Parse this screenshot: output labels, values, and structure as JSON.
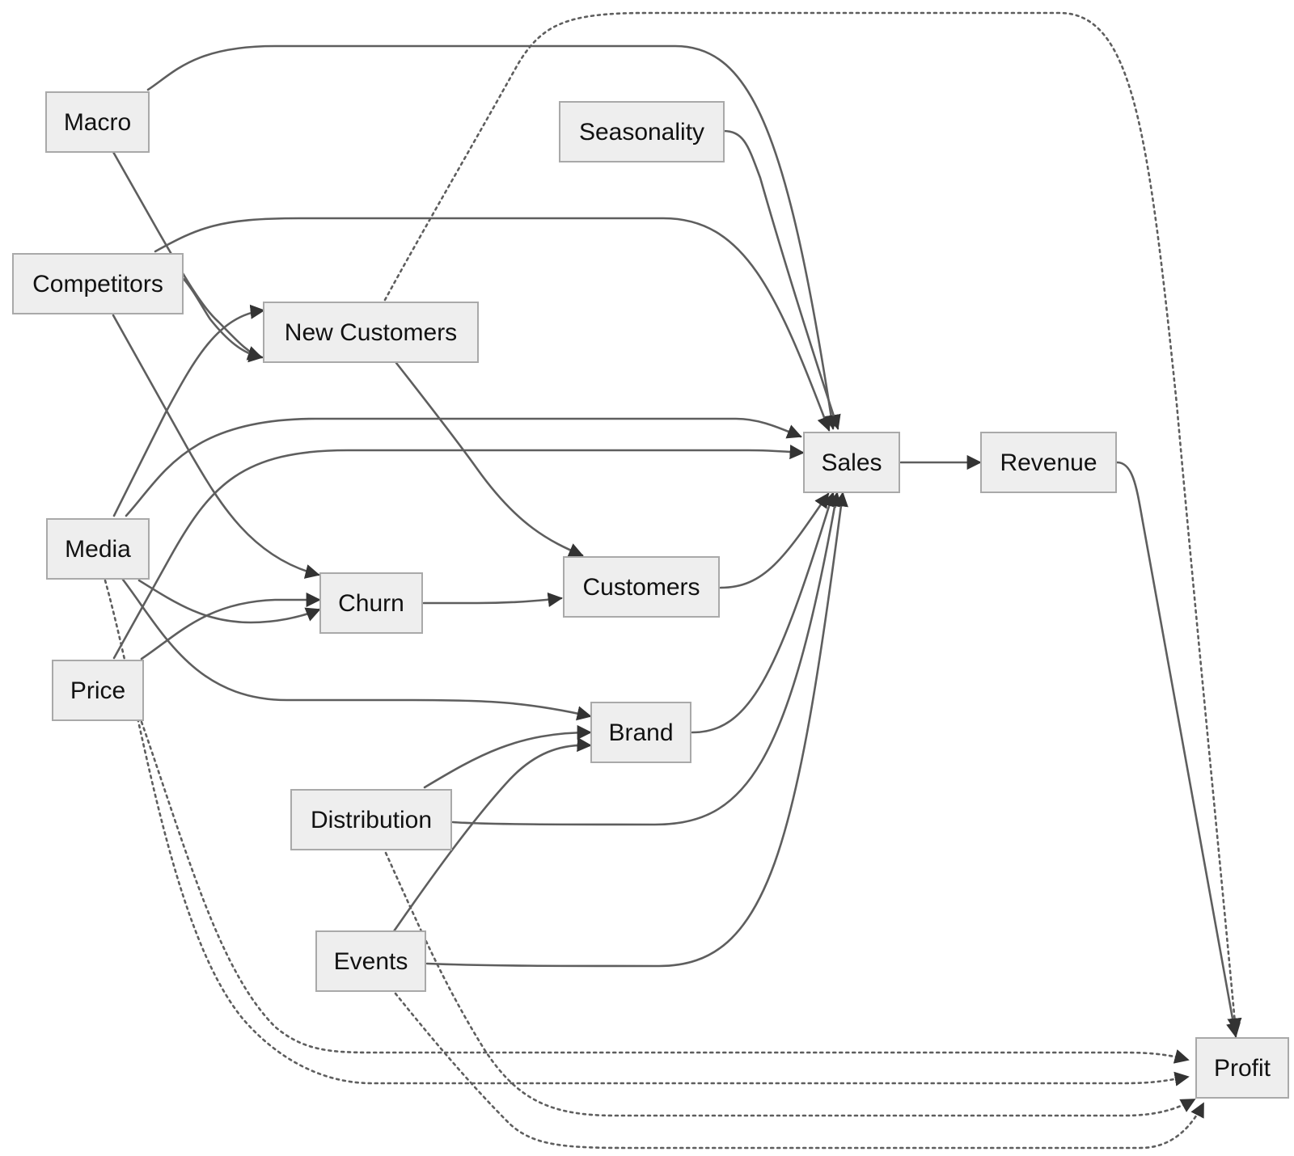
{
  "colors": {
    "node_fill": "#eeeeee",
    "node_border": "#a9a9a9",
    "edge": "#5e5e5e",
    "text": "#111111"
  },
  "nodes": {
    "macro": "Macro",
    "seasonality": "Seasonality",
    "competitors": "Competitors",
    "new_customers": "New Customers",
    "sales": "Sales",
    "revenue": "Revenue",
    "media": "Media",
    "churn": "Churn",
    "customers": "Customers",
    "price": "Price",
    "brand": "Brand",
    "distribution": "Distribution",
    "events": "Events",
    "profit": "Profit"
  },
  "edges": [
    {
      "from": "Macro",
      "to": "Sales",
      "style": "solid"
    },
    {
      "from": "Macro",
      "to": "New Customers",
      "style": "solid"
    },
    {
      "from": "Seasonality",
      "to": "Sales",
      "style": "solid"
    },
    {
      "from": "Competitors",
      "to": "Sales",
      "style": "solid"
    },
    {
      "from": "Competitors",
      "to": "New Customers",
      "style": "solid"
    },
    {
      "from": "Competitors",
      "to": "Churn",
      "style": "solid"
    },
    {
      "from": "New Customers",
      "to": "Customers",
      "style": "solid"
    },
    {
      "from": "New Customers",
      "to": "Profit",
      "style": "dashed"
    },
    {
      "from": "Media",
      "to": "New Customers",
      "style": "solid"
    },
    {
      "from": "Media",
      "to": "Sales",
      "style": "solid"
    },
    {
      "from": "Media",
      "to": "Churn",
      "style": "solid"
    },
    {
      "from": "Media",
      "to": "Brand",
      "style": "solid"
    },
    {
      "from": "Media",
      "to": "Profit",
      "style": "dashed"
    },
    {
      "from": "Price",
      "to": "Sales",
      "style": "solid"
    },
    {
      "from": "Price",
      "to": "Churn",
      "style": "solid"
    },
    {
      "from": "Price",
      "to": "Profit",
      "style": "dashed"
    },
    {
      "from": "Churn",
      "to": "Customers",
      "style": "solid"
    },
    {
      "from": "Customers",
      "to": "Sales",
      "style": "solid"
    },
    {
      "from": "Brand",
      "to": "Sales",
      "style": "solid"
    },
    {
      "from": "Distribution",
      "to": "Brand",
      "style": "solid"
    },
    {
      "from": "Distribution",
      "to": "Sales",
      "style": "solid"
    },
    {
      "from": "Distribution",
      "to": "Profit",
      "style": "dashed"
    },
    {
      "from": "Events",
      "to": "Brand",
      "style": "solid"
    },
    {
      "from": "Events",
      "to": "Sales",
      "style": "solid"
    },
    {
      "from": "Events",
      "to": "Profit",
      "style": "dashed"
    },
    {
      "from": "Sales",
      "to": "Revenue",
      "style": "solid"
    },
    {
      "from": "Revenue",
      "to": "Profit",
      "style": "solid"
    }
  ]
}
